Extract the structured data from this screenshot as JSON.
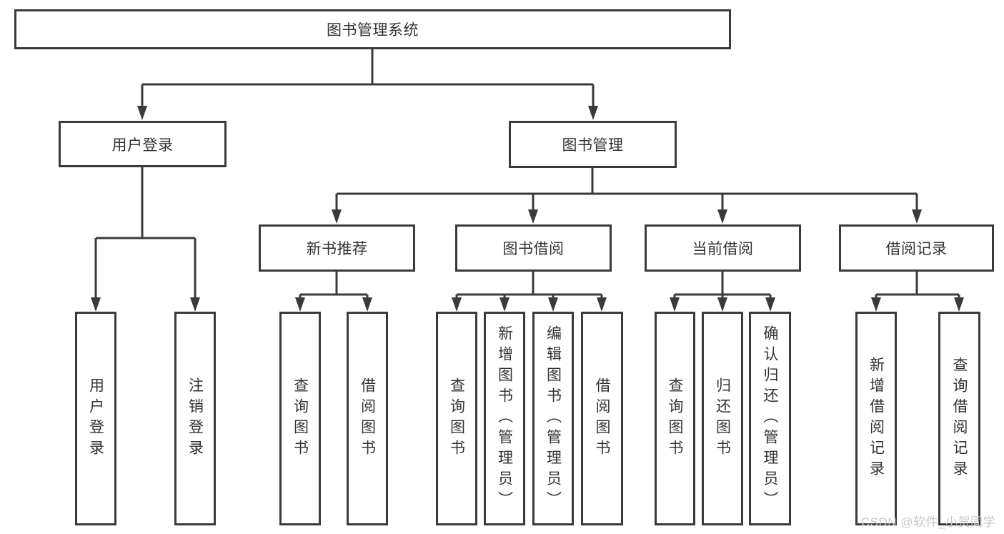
{
  "diagram": {
    "root": {
      "label": "图书管理系统"
    },
    "level2": [
      {
        "label": "用户登录",
        "children": [
          {
            "label": "用户登录"
          },
          {
            "label": "注销登录"
          }
        ]
      },
      {
        "label": "图书管理"
      }
    ],
    "level3": [
      {
        "label": "新书推荐",
        "children": [
          {
            "label": "查询图书"
          },
          {
            "label": "借阅图书"
          }
        ]
      },
      {
        "label": "图书借阅",
        "children": [
          {
            "label": "查询图书"
          },
          {
            "label": "新增图书（管理员）"
          },
          {
            "label": "编辑图书（管理员）"
          },
          {
            "label": "借阅图书"
          }
        ]
      },
      {
        "label": "当前借阅",
        "children": [
          {
            "label": "查询图书"
          },
          {
            "label": "归还图书"
          },
          {
            "label": "确认归还（管理员）"
          }
        ]
      },
      {
        "label": "借阅记录",
        "children": [
          {
            "label": "新增借阅记录"
          },
          {
            "label": "查询借阅记录"
          }
        ]
      }
    ],
    "colors": {
      "line": "#3a3a3a",
      "text": "#333333",
      "watermark": "#c9c9c9"
    },
    "watermark": "CSDN @软件_小贺同学"
  }
}
